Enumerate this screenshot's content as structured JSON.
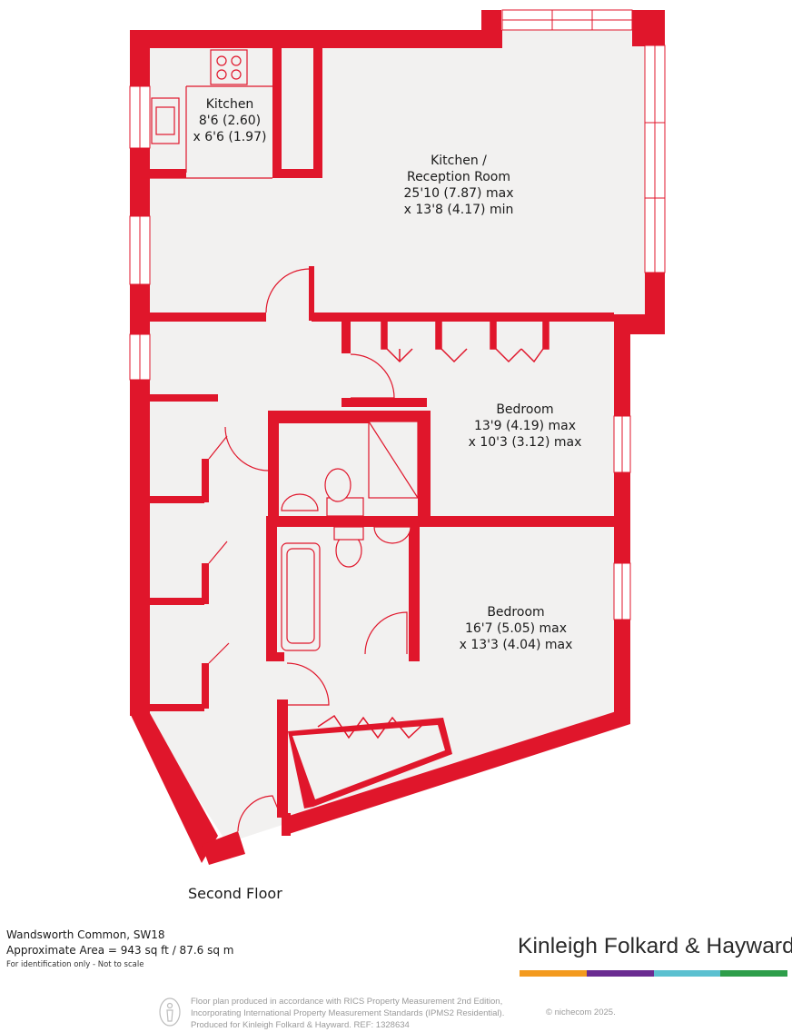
{
  "floor_label": "Second Floor",
  "rooms": [
    {
      "name": "Kitchen",
      "dim1": "8'6 (2.60)",
      "dim2": "x 6'6 (1.97)"
    },
    {
      "name": "Kitchen /",
      "name2": "Reception Room",
      "dim1": "25'10 (7.87) max",
      "dim2": "x 13'8 (4.17) min"
    },
    {
      "name": "Bedroom",
      "dim1": "13'9 (4.19) max",
      "dim2": "x 10'3 (3.12) max"
    },
    {
      "name": "Bedroom",
      "dim1": "16'7 (5.05) max",
      "dim2": "x 13'3 (4.04) max"
    }
  ],
  "property": {
    "address": "Wandsworth Common, SW18",
    "area": "Approximate Area = 943 sq ft / 87.6 sq m",
    "note": "For identification only - Not to scale"
  },
  "brand": {
    "name": "Kinleigh Folkard & Hayward",
    "bar_colors": [
      "#f39a1e",
      "#6a2c91",
      "#5bc0d0",
      "#2e9e4a"
    ]
  },
  "legal": {
    "line1": "Floor plan produced in accordance with RICS Property Measurement 2nd Edition,",
    "line2": "Incorporating International Property Measurement Standards (IPMS2 Residential).",
    "line3": "Produced for Kinleigh Folkard & Hayward.   REF: 1328634",
    "credit": "© nichecom 2025."
  },
  "colors": {
    "wall": "#e0162b",
    "floor": "#f2f1f0",
    "fixture": "#e0162b"
  },
  "icons": [
    "person-icon"
  ]
}
